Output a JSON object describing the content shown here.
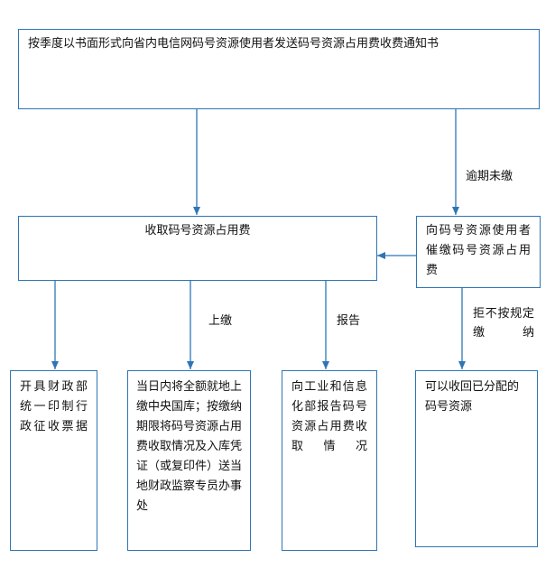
{
  "nodes": {
    "notice": "按季度以书面形式向省内电信网码号资源使用者发送码号资源占用费收费通知书",
    "collect": "收取码号资源占用费",
    "urge": "向码号资源使用者催缴码号资源占用费",
    "receipt": "开具财政部统一印制行政征收票据",
    "remit": "当日内将全额就地上缴中央国库；按缴纳期限将码号资源占用费收取情况及入库凭证（或复印件）送当地财政监察专员办事处",
    "report_to": "向工业和信息化部报告码号资源占用费收取情况",
    "revoke": "可以收回已分配的码号资源"
  },
  "edge_labels": {
    "overdue": "逾期未缴",
    "remit": "上缴",
    "report": "报告",
    "refuse": "拒不按规定缴纳"
  },
  "colors": {
    "border": "#2e75b6",
    "arrow": "#2e75b6"
  }
}
